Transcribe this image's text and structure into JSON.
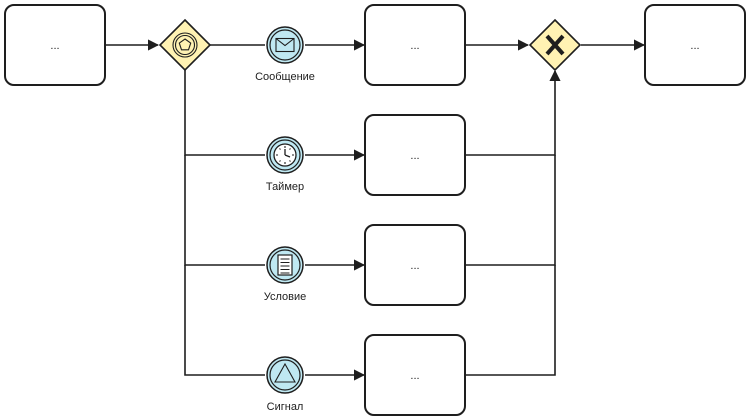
{
  "diagram": {
    "colors": {
      "stroke": "#1e1e1e",
      "gateway_fill": "#fff2b3",
      "event_fill": "#bfe8f2",
      "task_fill": "#ffffff"
    },
    "tasks": {
      "start": {
        "label": "..."
      },
      "after_message": {
        "label": "..."
      },
      "after_timer": {
        "label": "..."
      },
      "after_condition": {
        "label": "..."
      },
      "after_signal": {
        "label": "..."
      },
      "end": {
        "label": "..."
      }
    },
    "gateways": {
      "event_based": {
        "icon": "pentagon-icon"
      },
      "exclusive_merge": {
        "icon": "x-mark-icon"
      }
    },
    "events": {
      "message": {
        "label": "Сообщение",
        "icon": "envelope-icon"
      },
      "timer": {
        "label": "Таймер",
        "icon": "clock-icon"
      },
      "condition": {
        "label": "Условие",
        "icon": "document-icon"
      },
      "signal": {
        "label": "Сигнал",
        "icon": "triangle-icon"
      }
    }
  }
}
